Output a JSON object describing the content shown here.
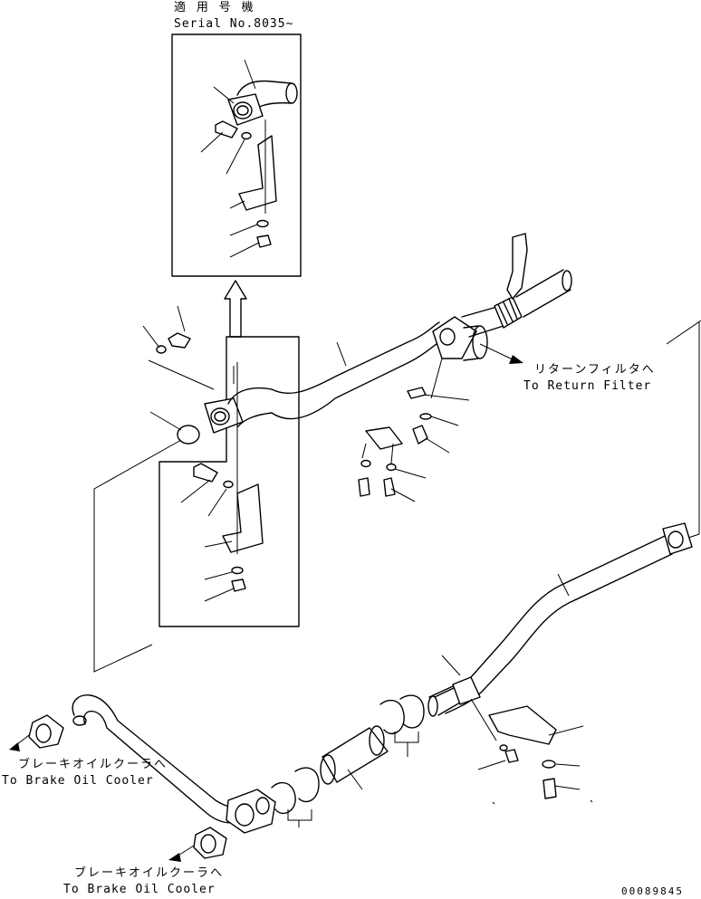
{
  "inset": {
    "heading_jp": "適 用 号 機",
    "heading_serial": "Serial No.8035~"
  },
  "callouts": {
    "return_filter_jp": "リターンフィルタへ",
    "return_filter_en": "To Return Filter",
    "brake_cooler_upper_jp": "ブレーキオイルクーラへ",
    "brake_cooler_upper_en": "To Brake Oil Cooler",
    "brake_cooler_lower_jp": "ブレーキオイルクーラへ",
    "brake_cooler_lower_en": "To Brake Oil Cooler"
  },
  "drawing_number": "00089845"
}
